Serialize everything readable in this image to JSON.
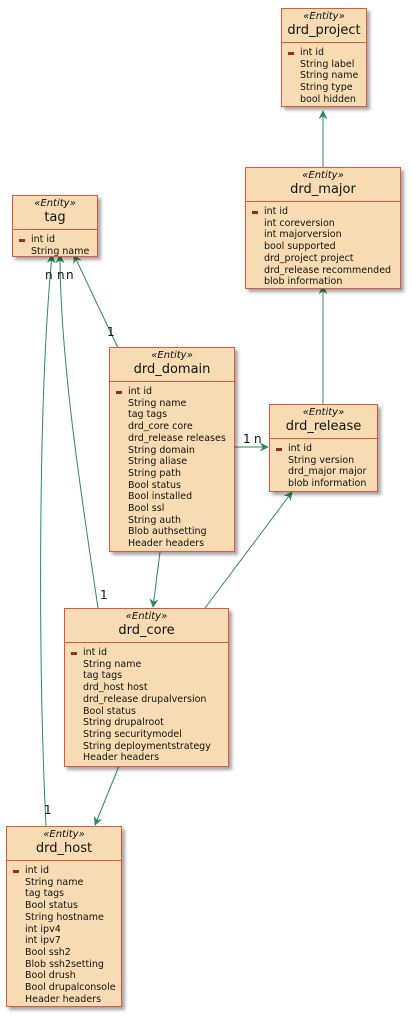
{
  "diagram": {
    "entities": [
      {
        "id": "drd_project",
        "stereotype": "«Entity»",
        "name": "drd_project",
        "attributes": [
          "int id",
          "String label",
          "String name",
          "String type",
          "bool hidden"
        ]
      },
      {
        "id": "drd_major",
        "stereotype": "«Entity»",
        "name": "drd_major",
        "attributes": [
          "int id",
          "int coreversion",
          "int majorversion",
          "bool supported",
          "drd_project project",
          "drd_release recommended",
          "blob information"
        ]
      },
      {
        "id": "tag",
        "stereotype": "«Entity»",
        "name": "tag",
        "attributes": [
          "int id",
          "String name"
        ]
      },
      {
        "id": "drd_domain",
        "stereotype": "«Entity»",
        "name": "drd_domain",
        "attributes": [
          "int id",
          "String name",
          "tag tags",
          "drd_core core",
          "drd_release releases",
          "String domain",
          "String aliase",
          "String path",
          "Bool status",
          "Bool installed",
          "Bool ssl",
          "String auth",
          "Blob authsetting",
          "Header headers"
        ]
      },
      {
        "id": "drd_release",
        "stereotype": "«Entity»",
        "name": "drd_release",
        "attributes": [
          "int id",
          "String version",
          "drd_major major",
          "blob information"
        ]
      },
      {
        "id": "drd_core",
        "stereotype": "«Entity»",
        "name": "drd_core",
        "attributes": [
          "int id",
          "String name",
          "tag tags",
          "drd_host host",
          "drd_release drupalversion",
          "Bool status",
          "String drupalroot",
          "String securitymodel",
          "String deploymentstrategy",
          "Header headers"
        ]
      },
      {
        "id": "drd_host",
        "stereotype": "«Entity»",
        "name": "drd_host",
        "attributes": [
          "int id",
          "String name",
          "tag tags",
          "Bool status",
          "String hostname",
          "int ipv4",
          "int ipv7",
          "Bool ssh2",
          "Blob ssh2setting",
          "Bool drush",
          "Bool drupalconsole",
          "Header headers"
        ]
      }
    ],
    "multiplicities": [
      "n",
      "n",
      "n",
      "1",
      "1",
      "n",
      "1",
      "1"
    ],
    "colors": {
      "entity_fill": "#f7dcb3",
      "entity_border": "#e4563f",
      "arrow": "#2e8b57"
    }
  }
}
